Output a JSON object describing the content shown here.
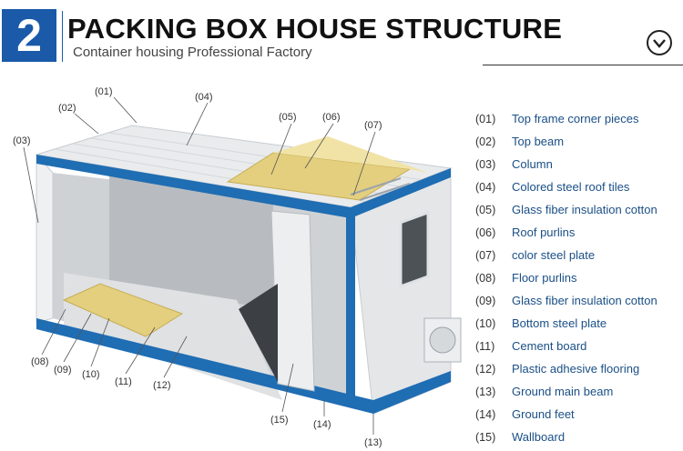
{
  "header": {
    "badge_number": "2",
    "title": "PACKING BOX HOUSE STRUCTURE",
    "subtitle": "Container housing Professional Factory"
  },
  "diagram_labels": [
    "(01)",
    "(02)",
    "(03)",
    "(04)",
    "(05)",
    "(06)",
    "(07)",
    "(08)",
    "(09)",
    "(10)",
    "(11)",
    "(12)",
    "(13)",
    "(14)",
    "(15)"
  ],
  "legend": [
    {
      "num": "(01)",
      "text": "Top frame corner pieces"
    },
    {
      "num": "(02)",
      "text": "Top beam"
    },
    {
      "num": "(03)",
      "text": "Column"
    },
    {
      "num": "(04)",
      "text": "Colored steel roof tiles"
    },
    {
      "num": "(05)",
      "text": "Glass fiber insulation cotton"
    },
    {
      "num": "(06)",
      "text": "Roof purlins"
    },
    {
      "num": "(07)",
      "text": " color steel plate"
    },
    {
      "num": "(08)",
      "text": " Floor purlins"
    },
    {
      "num": "(09)",
      "text": " Glass fiber insulation cotton"
    },
    {
      "num": "(10)",
      "text": "Bottom steel plate"
    },
    {
      "num": "(11)",
      "text": "Cement board"
    },
    {
      "num": "(12)",
      "text": "Plastic adhesive flooring"
    },
    {
      "num": "(13)",
      "text": "Ground main beam"
    },
    {
      "num": "(14)",
      "text": "Ground feet"
    },
    {
      "num": "(15)",
      "text": "Wallboard"
    }
  ],
  "colors": {
    "accent_blue": "#1a5aa8",
    "frame_blue": "#1f6db3",
    "insulation_yellow": "#e3cf7e",
    "wall_grey": "#d8dadc"
  }
}
